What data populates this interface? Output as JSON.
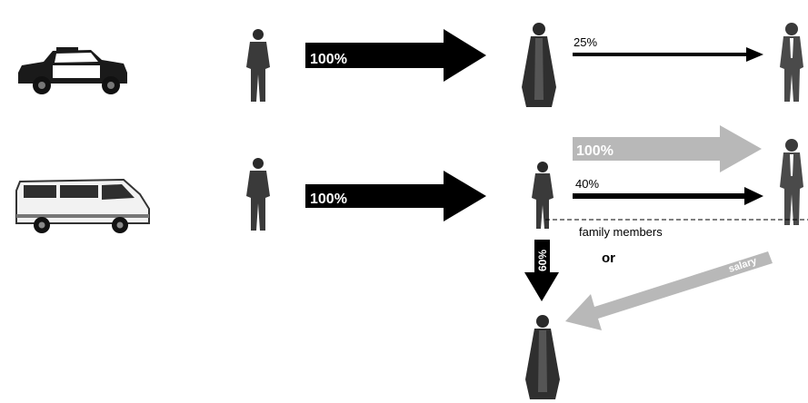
{
  "colors": {
    "black_arrow": "#000000",
    "grey_arrow": "#b8b8b8",
    "background": "#ffffff",
    "figure_dark": "#2a2a2a",
    "figure_mid": "#5a5a5a"
  },
  "icons": [
    "taxi-icon",
    "minibus-icon",
    "driver-icon",
    "robed-owner-icon",
    "suited-man-icon",
    "family-member-icon"
  ],
  "row1": {
    "main_arrow_label": "100%",
    "share_arrow_label": "25%"
  },
  "row2": {
    "main_arrow_label": "100%",
    "grey_arrow_label": "100%",
    "share_arrow_label": "40%",
    "family_label": "family members",
    "down_arrow_label": "60%",
    "or_label": "or",
    "salary_label": "salary"
  }
}
